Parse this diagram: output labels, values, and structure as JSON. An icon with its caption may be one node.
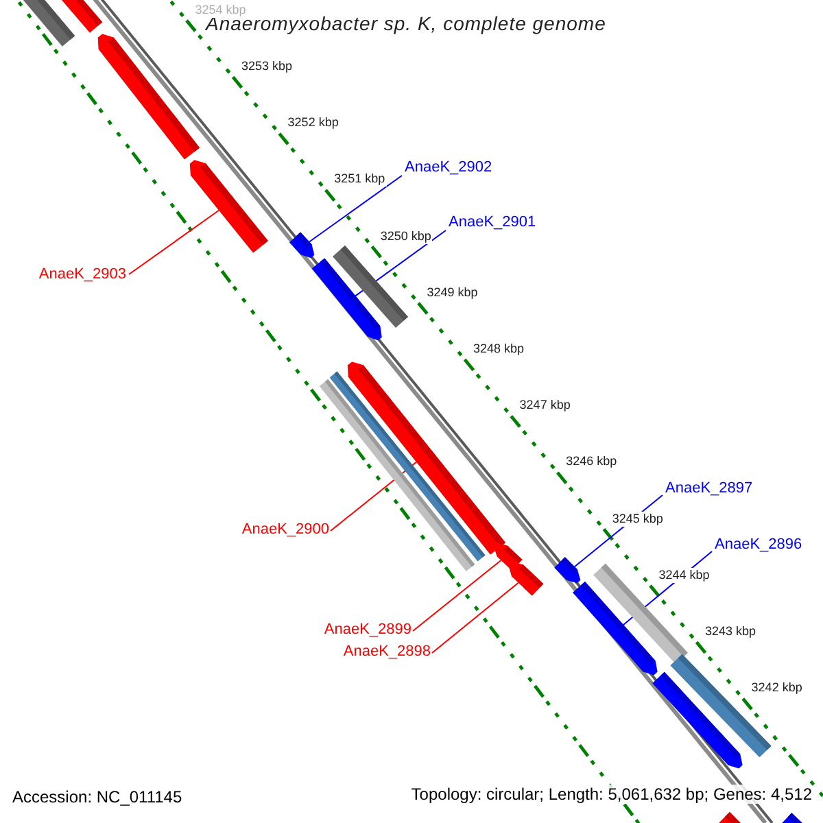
{
  "diagram": {
    "title": "Anaeromyxobacter sp. K, complete genome",
    "nodes": [
      {
        "text": [],
        "shape": "bar"
      },
      {
        "text": [],
        "shape": "bar"
      },
      {
        "text": [],
        "shape": "bar"
      },
      {
        "text": [],
        "shape": "bar"
      },
      {
        "text": [],
        "shape": "bar"
      },
      {
        "text": [],
        "shape": "bar"
      },
      {
        "text": [],
        "shape": "bar"
      },
      {
        "text": [],
        "shape": "bar"
      },
      {
        "text": [],
        "shape": "bar"
      },
      {
        "text": [],
        "shape": "bar"
      },
      {
        "text": [],
        "shape": "bar"
      },
      {
        "text": [],
        "shape": "bar"
      },
      {
        "text": [],
        "shape": "bar"
      },
      {
        "text": [],
        "shape": "bar"
      },
      {
        "text": [],
        "shape": "bar"
      },
      {
        "text": [],
        "shape": "bar"
      },
      {
        "text": [],
        "shape": "bar"
      },
      {
        "text": [],
        "shape": "bar"
      },
      {
        "text": [],
        "shape": "bar"
      },
      {
        "text": [
          "AnaeK_2902"
        ]
      },
      {
        "text": [
          "AnaeK_2901"
        ]
      },
      {
        "text": [
          "AnaeK_2903"
        ]
      },
      {
        "text": [
          "AnaeK_2897"
        ]
      },
      {
        "text": [
          "AnaeK_2900"
        ]
      },
      {
        "text": [
          "AnaeK_2896"
        ]
      },
      {
        "text": [
          "AnaeK_2899"
        ]
      },
      {
        "text": [
          "AnaeK_2898"
        ]
      }
    ],
    "edges": [
      {
        "from": 19,
        "to": 4,
        "arrow": "none",
        "color": "#0000ff"
      },
      {
        "from": 20,
        "to": 6,
        "arrow": "none",
        "color": "#0000ff"
      },
      {
        "from": 21,
        "to": 3,
        "arrow": "none",
        "color": "#ff0000"
      },
      {
        "from": 22,
        "to": 12,
        "arrow": "none",
        "color": "#0000ff"
      },
      {
        "from": 23,
        "to": 9,
        "arrow": "none",
        "color": "#ff0000"
      },
      {
        "from": 24,
        "to": 14,
        "arrow": "none",
        "color": "#0000ff"
      },
      {
        "from": 25,
        "to": 10,
        "arrow": "none",
        "color": "#ff0000"
      },
      {
        "from": 26,
        "to": 11,
        "arrow": "none",
        "color": "#ff0000"
      }
    ],
    "labels": [
      "3254 kbp",
      "3253 kbp",
      "3252 kbp",
      "3251 kbp",
      "3250 kbp",
      "3249 kbp",
      "3248 kbp",
      "3247 kbp",
      "3246 kbp",
      "3245 kbp",
      "3244 kbp",
      "3243 kbp",
      "3242 kbp",
      "Accession: NC_011145",
      "Topology: circular; Length: 5,061,632 bp; Genes: 4,512"
    ]
  }
}
